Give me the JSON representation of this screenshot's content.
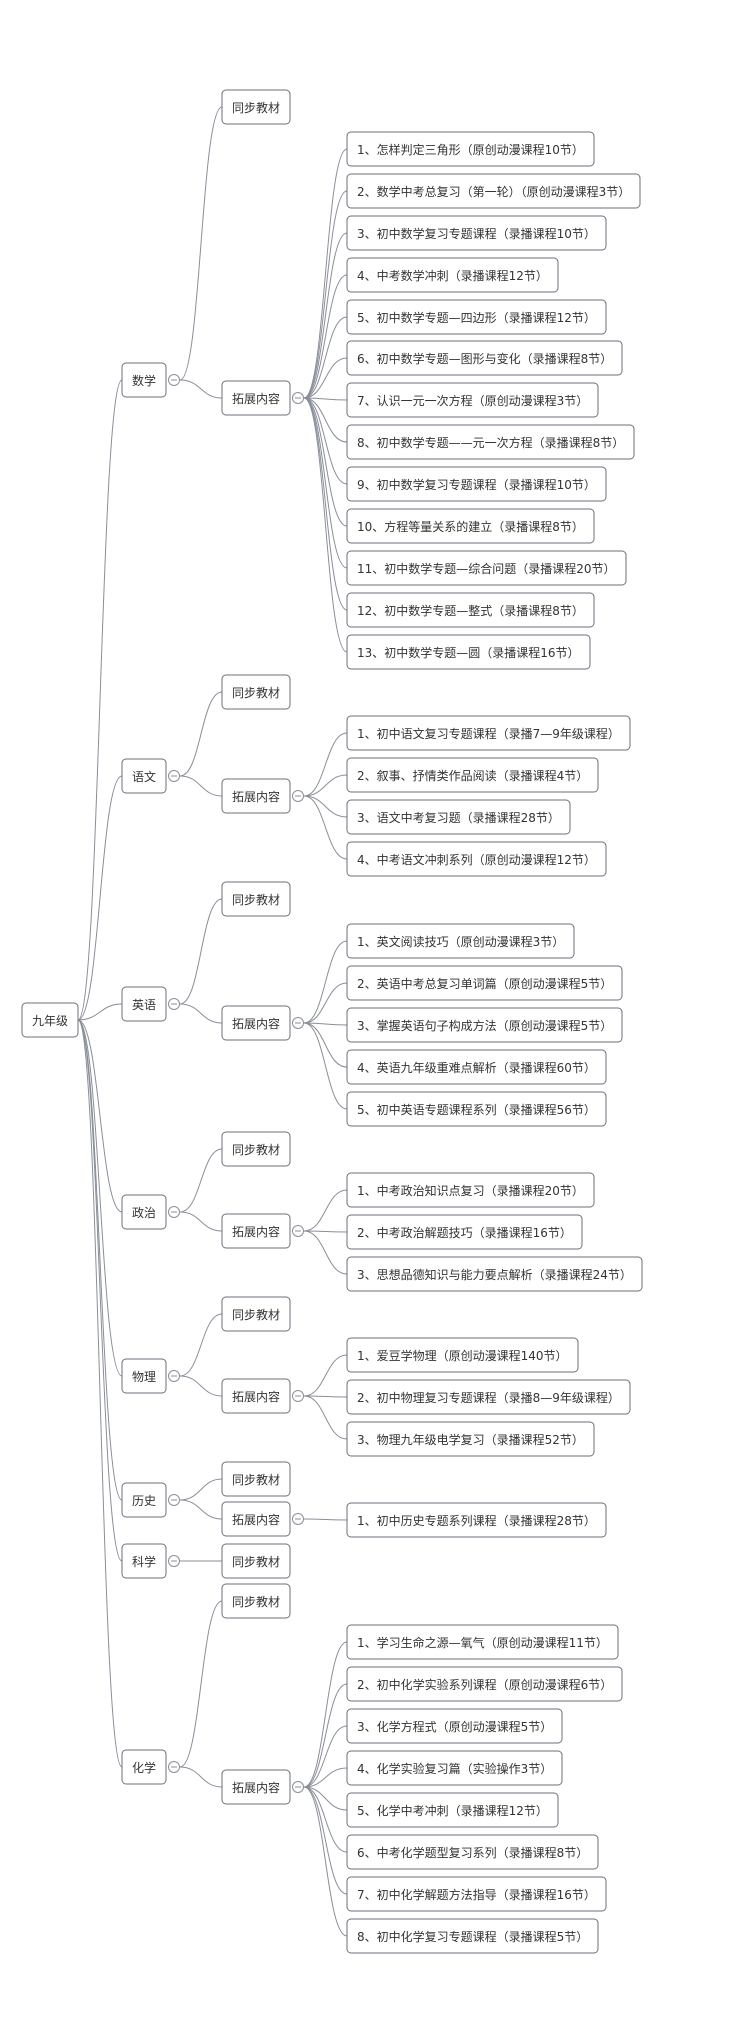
{
  "root": {
    "label": "九年级"
  },
  "subjects": [
    {
      "label": "数学",
      "sync_label": "同步教材",
      "ext_label": "拓展内容",
      "items": [
        "1、怎样判定三角形（原创动漫课程10节）",
        "2、数学中考总复习（第一轮）（原创动漫课程3节）",
        "3、初中数学复习专题课程（录播课程10节）",
        "4、中考数学冲刺（录播课程12节）",
        "5、初中数学专题—四边形（录播课程12节）",
        "6、初中数学专题—图形与变化（录播课程8节）",
        "7、认识一元一次方程（原创动漫课程3节）",
        "8、初中数学专题——元一次方程（录播课程8节）",
        "9、初中数学复习专题课程（录播课程10节）",
        "10、方程等量关系的建立（录播课程8节）",
        "11、初中数学专题—综合问题（录播课程20节）",
        "12、初中数学专题—整式（录播课程8节）",
        "13、初中数学专题—圆（录播课程16节）"
      ]
    },
    {
      "label": "语文",
      "sync_label": "同步教材",
      "ext_label": "拓展内容",
      "items": [
        "1、初中语文复习专题课程（录播7—9年级课程）",
        "2、叙事、抒情类作品阅读（录播课程4节）",
        "3、语文中考复习题（录播课程28节）",
        "4、中考语文冲刺系列（原创动漫课程12节）"
      ]
    },
    {
      "label": "英语",
      "sync_label": "同步教材",
      "ext_label": "拓展内容",
      "items": [
        "1、英文阅读技巧（原创动漫课程3节）",
        "2、英语中考总复习单词篇（原创动漫课程5节）",
        "3、掌握英语句子构成方法（原创动漫课程5节）",
        "4、英语九年级重难点解析（录播课程60节）",
        "5、初中英语专题课程系列（录播课程56节）"
      ]
    },
    {
      "label": "政治",
      "sync_label": "同步教材",
      "ext_label": "拓展内容",
      "items": [
        "1、中考政治知识点复习（录播课程20节）",
        "2、中考政治解题技巧（录播课程16节）",
        "3、思想品德知识与能力要点解析（录播课程24节）"
      ]
    },
    {
      "label": "物理",
      "sync_label": "同步教材",
      "ext_label": "拓展内容",
      "items": [
        "1、爱豆学物理（原创动漫课程140节）",
        "2、初中物理复习专题课程（录播8—9年级课程）",
        "3、物理九年级电学复习（录播课程52节）"
      ]
    },
    {
      "label": "历史",
      "sync_label": "同步教材",
      "ext_label": "拓展内容",
      "items": [
        "1、初中历史专题系列课程（录播课程28节）"
      ]
    },
    {
      "label": "科学",
      "sync_label": "同步教材",
      "ext_label": null,
      "items": []
    },
    {
      "label": "化学",
      "sync_label": "同步教材",
      "ext_label": "拓展内容",
      "items": [
        "1、学习生命之源—氧气（原创动漫课程11节）",
        "2、初中化学实验系列课程（原创动漫课程6节）",
        "3、化学方程式（原创动漫课程5节）",
        "4、化学实验复习篇（实验操作3节）",
        "5、化学中考冲刺（录播课程12节）",
        "6、中考化学题型复习系列（录播课程8节）",
        "7、初中化学解题方法指导（录播课程16节）",
        "8、初中化学复习专题课程（录播课程5节）"
      ]
    }
  ]
}
